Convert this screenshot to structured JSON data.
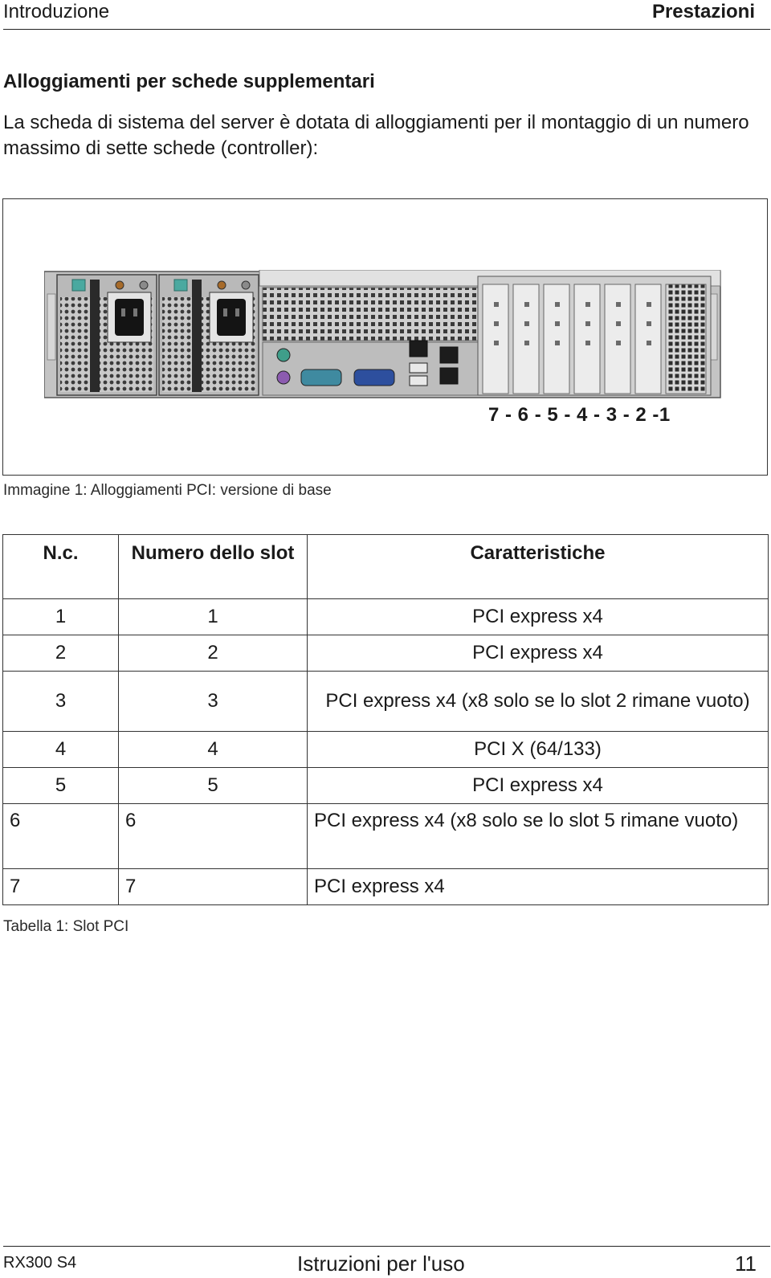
{
  "header": {
    "left": "Introduzione",
    "right": "Prestazioni"
  },
  "section_title": "Alloggiamenti per schede supplementari",
  "intro_text": "La scheda di sistema del server è dotata di alloggiamenti per il montaggio di un numero massimo di sette schede (controller):",
  "figure": {
    "slot_numbers": "7 - 6 - 5 - 4 - 3 - 2 -1",
    "caption": "Immagine 1: Alloggiamenti PCI: versione di base"
  },
  "table": {
    "headers": {
      "nc": "N.c.",
      "slot": "Numero dello slot",
      "features": "Caratteristiche"
    },
    "rows": [
      {
        "nc": "1",
        "slot": "1",
        "features": "PCI express x4"
      },
      {
        "nc": "2",
        "slot": "2",
        "features": "PCI express x4"
      },
      {
        "nc": "3",
        "slot": "3",
        "features": "PCI express x4 (x8 solo se lo slot 2 rimane vuoto)"
      },
      {
        "nc": "4",
        "slot": "4",
        "features": "PCI X (64/133)"
      },
      {
        "nc": "5",
        "slot": "5",
        "features": "PCI express x4"
      },
      {
        "nc": "6",
        "slot": "6",
        "features": "PCI express x4 (x8 solo se lo slot 5 rimane vuoto)"
      },
      {
        "nc": "7",
        "slot": "7",
        "features": "PCI express x4"
      }
    ],
    "caption": "Tabella 1: Slot PCI"
  },
  "footer": {
    "left": "RX300 S4",
    "center": "Istruzioni per l'uso",
    "page": "11"
  }
}
